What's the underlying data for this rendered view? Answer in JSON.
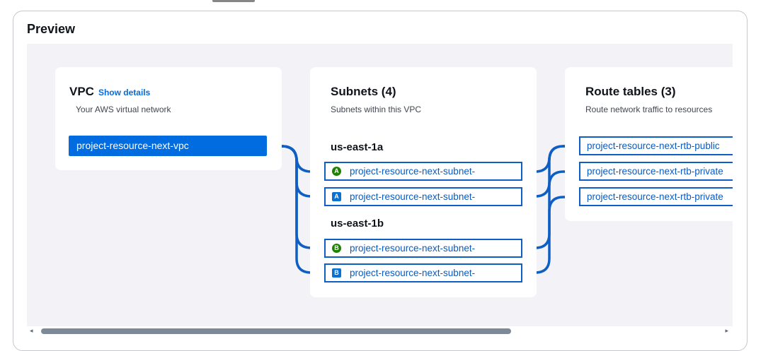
{
  "panel": {
    "title": "Preview"
  },
  "vpc": {
    "title": "VPC",
    "show_details": "Show details",
    "subtitle": "Your AWS virtual network",
    "name": "project-resource-next-vpc"
  },
  "subnets": {
    "title": "Subnets (4)",
    "subtitle": "Subnets within this VPC",
    "zones": [
      {
        "label": "us-east-1a",
        "items": [
          {
            "badge": "A",
            "badge_color": "#1d8102",
            "name": "project-resource-next-subnet-"
          },
          {
            "badge": "A",
            "badge_color": "#0972d3",
            "name": "project-resource-next-subnet-"
          }
        ]
      },
      {
        "label": "us-east-1b",
        "items": [
          {
            "badge": "B",
            "badge_color": "#1d8102",
            "name": "project-resource-next-subnet-"
          },
          {
            "badge": "B",
            "badge_color": "#0972d3",
            "name": "project-resource-next-subnet-"
          }
        ]
      }
    ]
  },
  "route_tables": {
    "title": "Route tables (3)",
    "subtitle": "Route network traffic to resources",
    "items": [
      {
        "name": "project-resource-next-rtb-public"
      },
      {
        "name": "project-resource-next-rtb-private"
      },
      {
        "name": "project-resource-next-rtb-private"
      }
    ]
  },
  "scrollbar": {
    "left_arrow": "◂",
    "right_arrow": "▸"
  },
  "colors": {
    "accent": "#006ce0",
    "connector": "#0f5ec4",
    "canvas_bg": "#f3f3f7",
    "public_badge": "#1d8102",
    "private_badge": "#0972d3"
  }
}
